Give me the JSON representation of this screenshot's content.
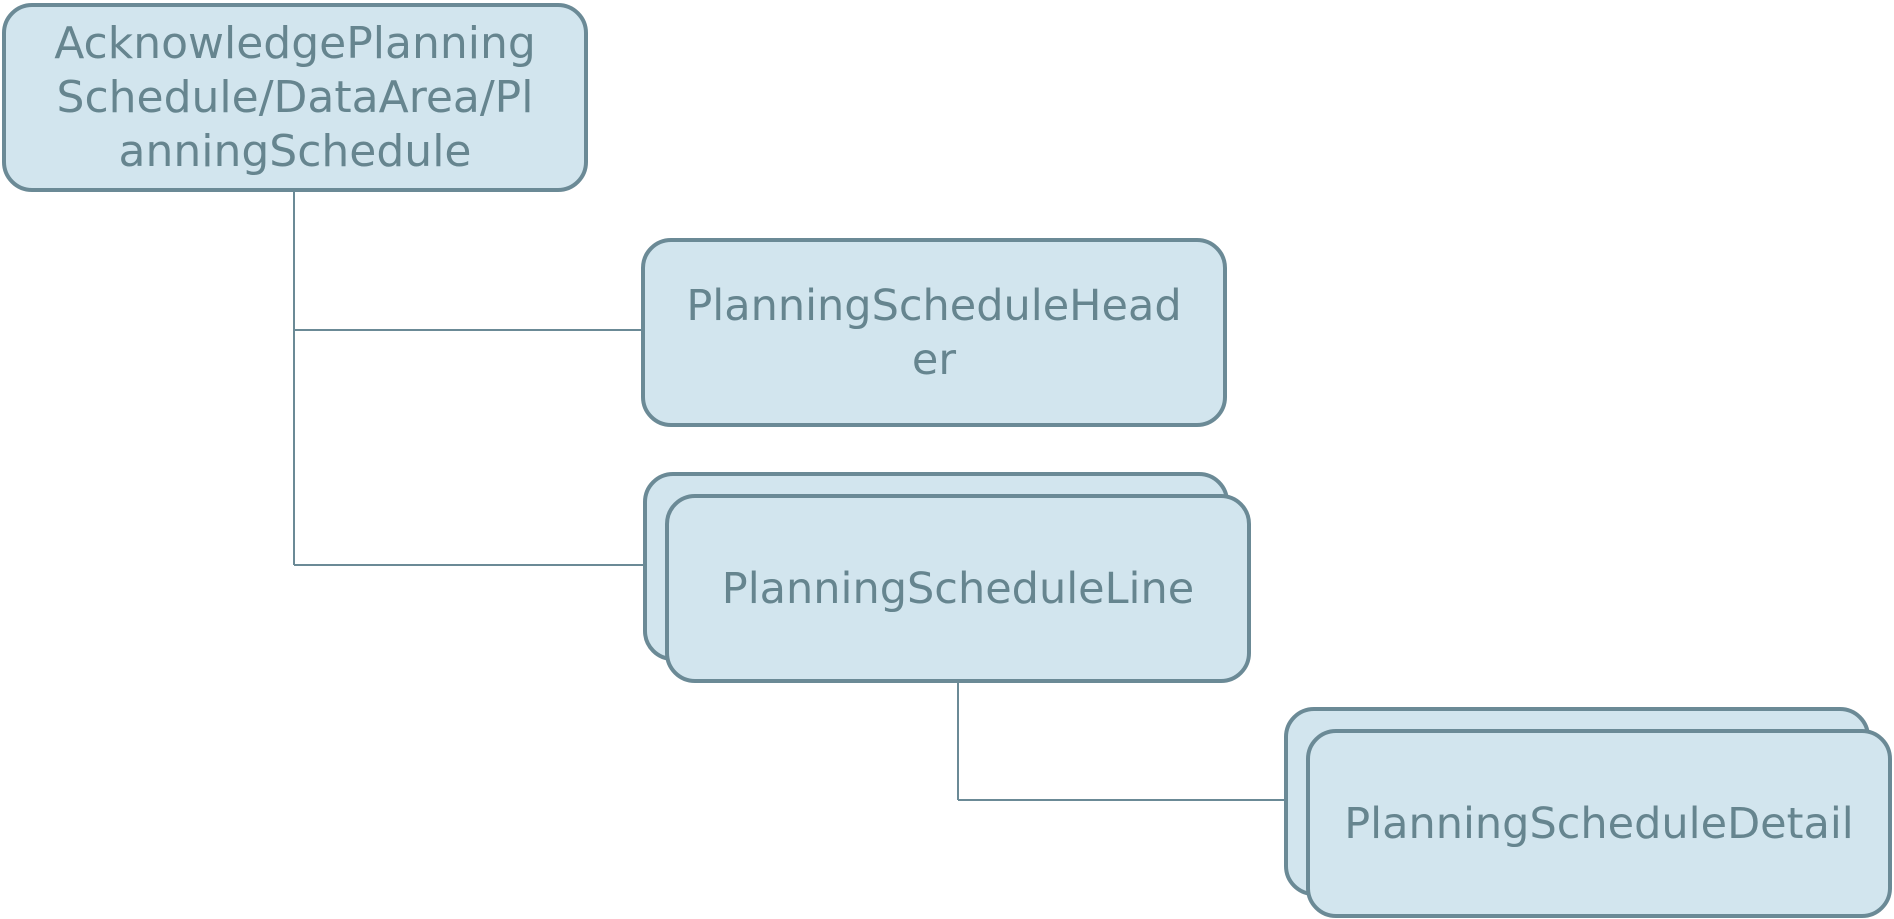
{
  "diagram": {
    "nodes": [
      {
        "id": "root",
        "label": "AcknowledgePlanningSchedule/DataArea/PlanningSchedule",
        "repeating": false
      },
      {
        "id": "header",
        "label": "PlanningScheduleHeader",
        "repeating": false
      },
      {
        "id": "line",
        "label": "PlanningScheduleLine",
        "repeating": true
      },
      {
        "id": "detail",
        "label": "PlanningScheduleDetail",
        "repeating": true
      }
    ],
    "edges": [
      {
        "from": "root",
        "to": "header"
      },
      {
        "from": "root",
        "to": "line"
      },
      {
        "from": "line",
        "to": "detail"
      }
    ]
  },
  "colors": {
    "node_fill": "#d2e5ee",
    "node_border": "#6b8a96",
    "text": "#66858f",
    "connector": "#6b8a96"
  }
}
